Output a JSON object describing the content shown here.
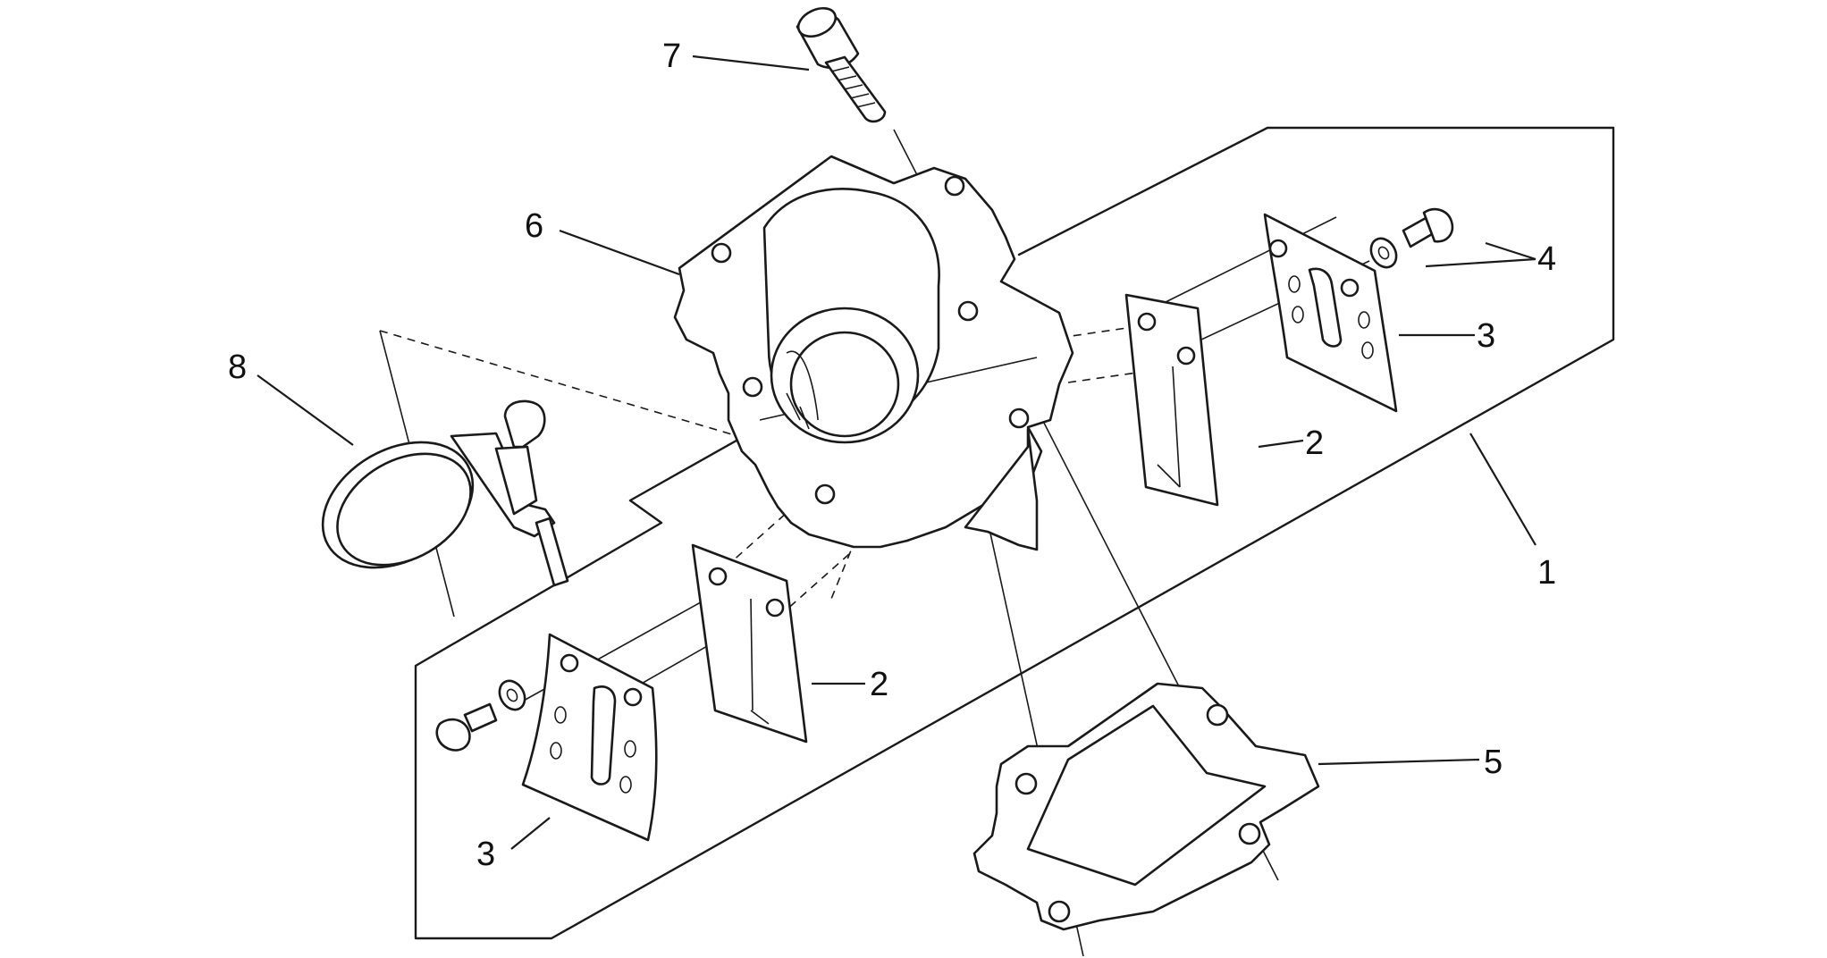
{
  "callouts": {
    "c1": "1",
    "c2_right": "2",
    "c2_left": "2",
    "c3_right": "3",
    "c3_left": "3",
    "c4": "4",
    "c5": "5",
    "c6": "6",
    "c7": "7",
    "c8": "8"
  },
  "colors": {
    "ink": "#1a1a1a",
    "background": "#ffffff"
  }
}
